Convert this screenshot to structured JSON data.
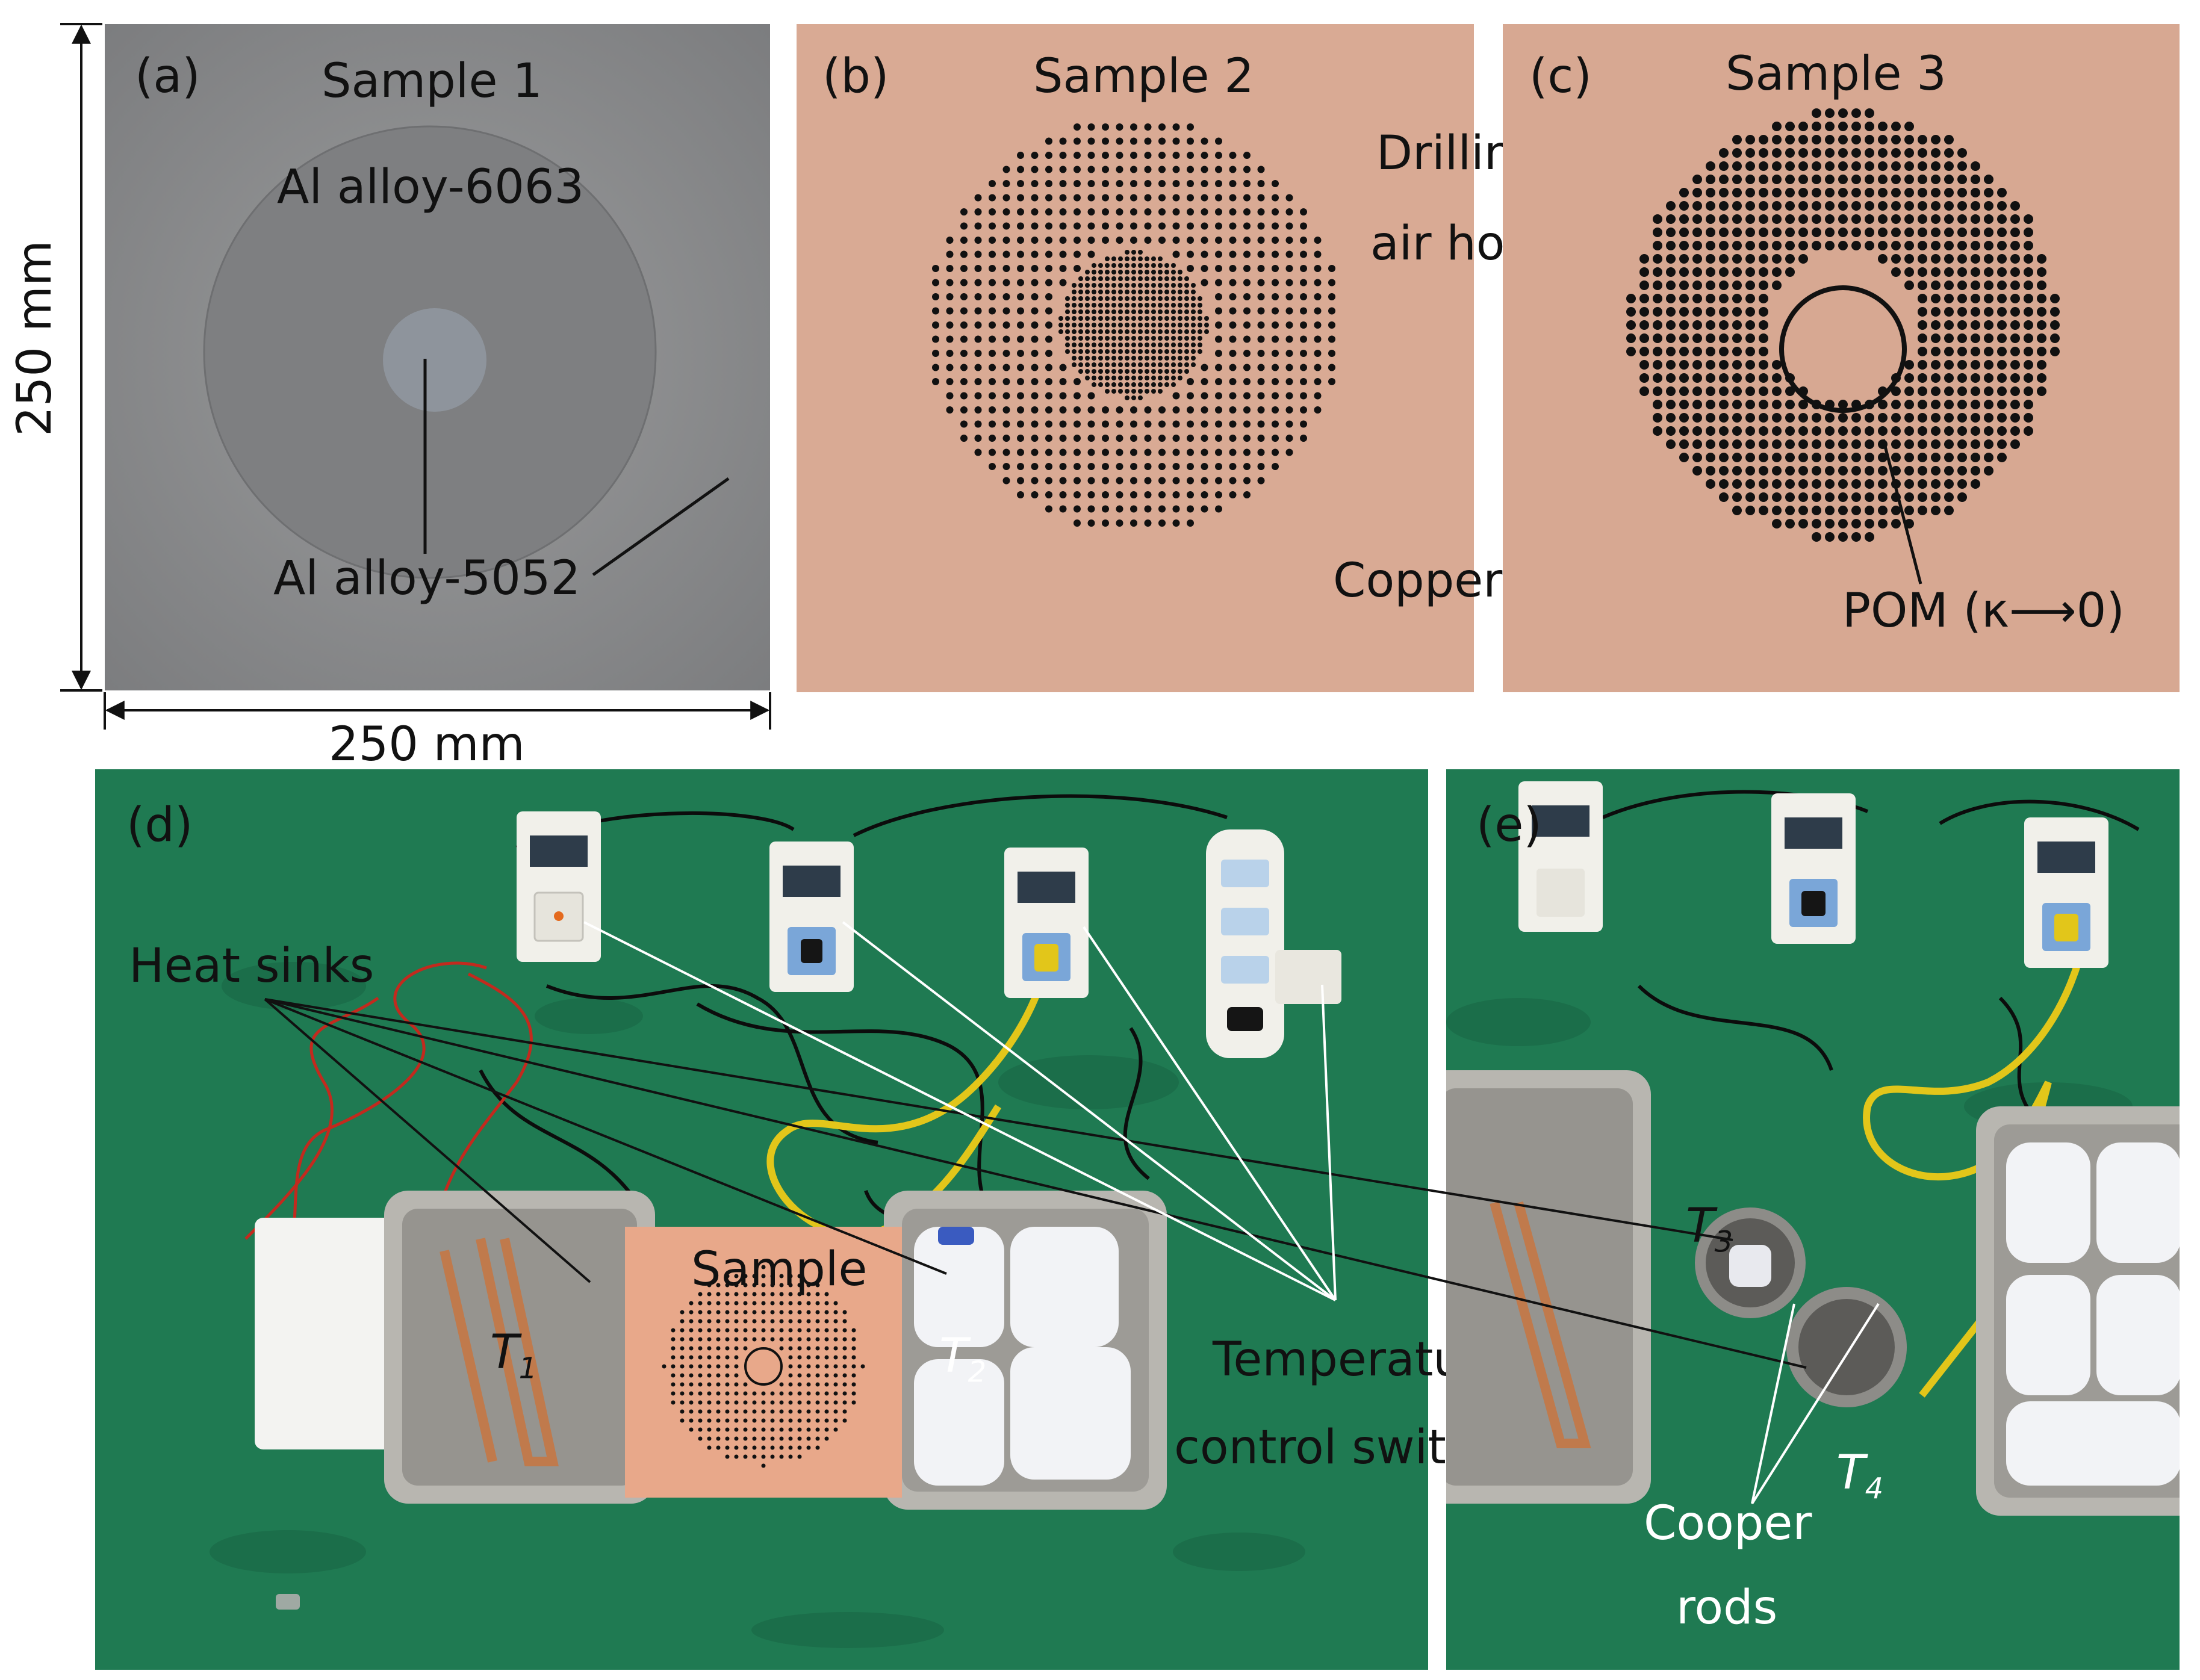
{
  "panels": {
    "a": {
      "tag": "(a)",
      "title": "Sample 1",
      "core_label": "Al alloy-6063",
      "outer_label": "Al alloy-5052"
    },
    "b": {
      "tag": "(b)",
      "title": "Sample 2",
      "annot_line1": "Drilling",
      "annot_line2": "air holes",
      "annot_plates": "Copper plates"
    },
    "c": {
      "tag": "(c)",
      "title": "Sample 3",
      "pom_label": "POM (κ⟶0)"
    },
    "d": {
      "tag": "(d)",
      "heat_sinks": "Heat sinks",
      "sample": "Sample",
      "t1": "T",
      "t1_sub": "1",
      "t2": "T",
      "t2_sub": "2",
      "tc_line1": "Temperature",
      "tc_line2": "control switches"
    },
    "e": {
      "tag": "(e)",
      "t3": "T",
      "t3_sub": "3",
      "t4": "T",
      "t4_sub": "4",
      "rods_line1": "Cooper",
      "rods_line2": "rods"
    }
  },
  "dimensions": {
    "height_label": "250 mm",
    "width_label": "250 mm"
  },
  "colors": {
    "aluminum": "#8a8b8c",
    "copper": "#d9a890",
    "green_mat": "#1f7a52",
    "tray": "#b5b3ad",
    "hole": "#111111"
  }
}
